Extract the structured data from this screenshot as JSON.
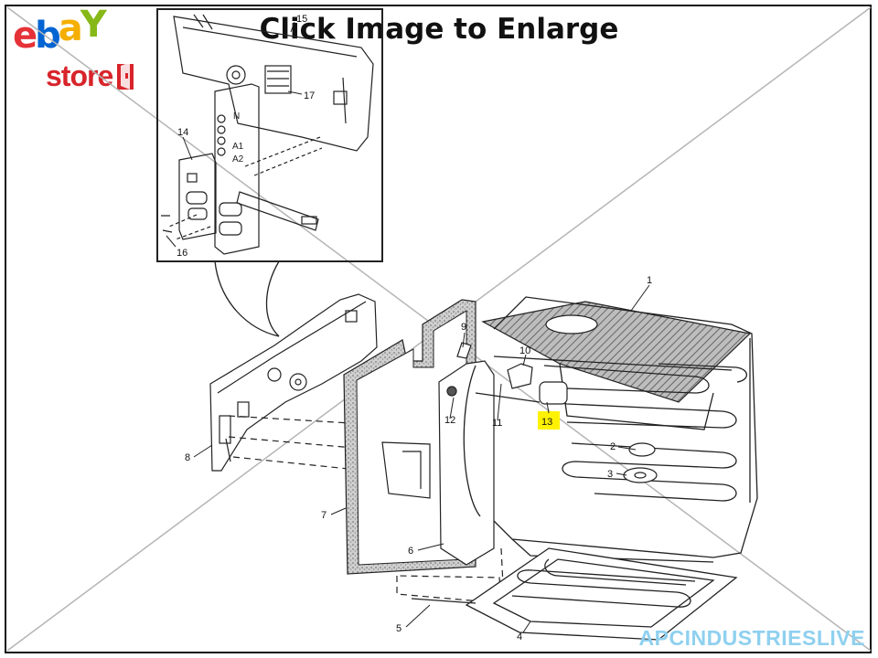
{
  "header": {
    "title": "Click Image to Enlarge"
  },
  "logo": {
    "brand_e": "e",
    "brand_b": "b",
    "brand_a": "a",
    "brand_y": "Y",
    "store": "store"
  },
  "watermark": "APCINDUSTRIESLIVE",
  "colors": {
    "ebay_e": "#e53238",
    "ebay_b": "#0064d2",
    "ebay_a": "#f5af02",
    "ebay_y": "#86b817",
    "store": "#d8242b",
    "highlight": "#fff200",
    "watermark": "#8fd0ef"
  },
  "callouts": {
    "c1": "1",
    "c2": "2",
    "c3": "3",
    "c4": "4",
    "c5": "5",
    "c6": "6",
    "c7": "7",
    "c8": "8",
    "c9": "9",
    "c10": "10",
    "c11": "11",
    "c12": "12",
    "c13": "13",
    "c14": "14",
    "c15": "15",
    "c16": "16",
    "c17": "17"
  },
  "panel_labels": {
    "n": "N",
    "a1": "A1",
    "a2": "A2"
  }
}
